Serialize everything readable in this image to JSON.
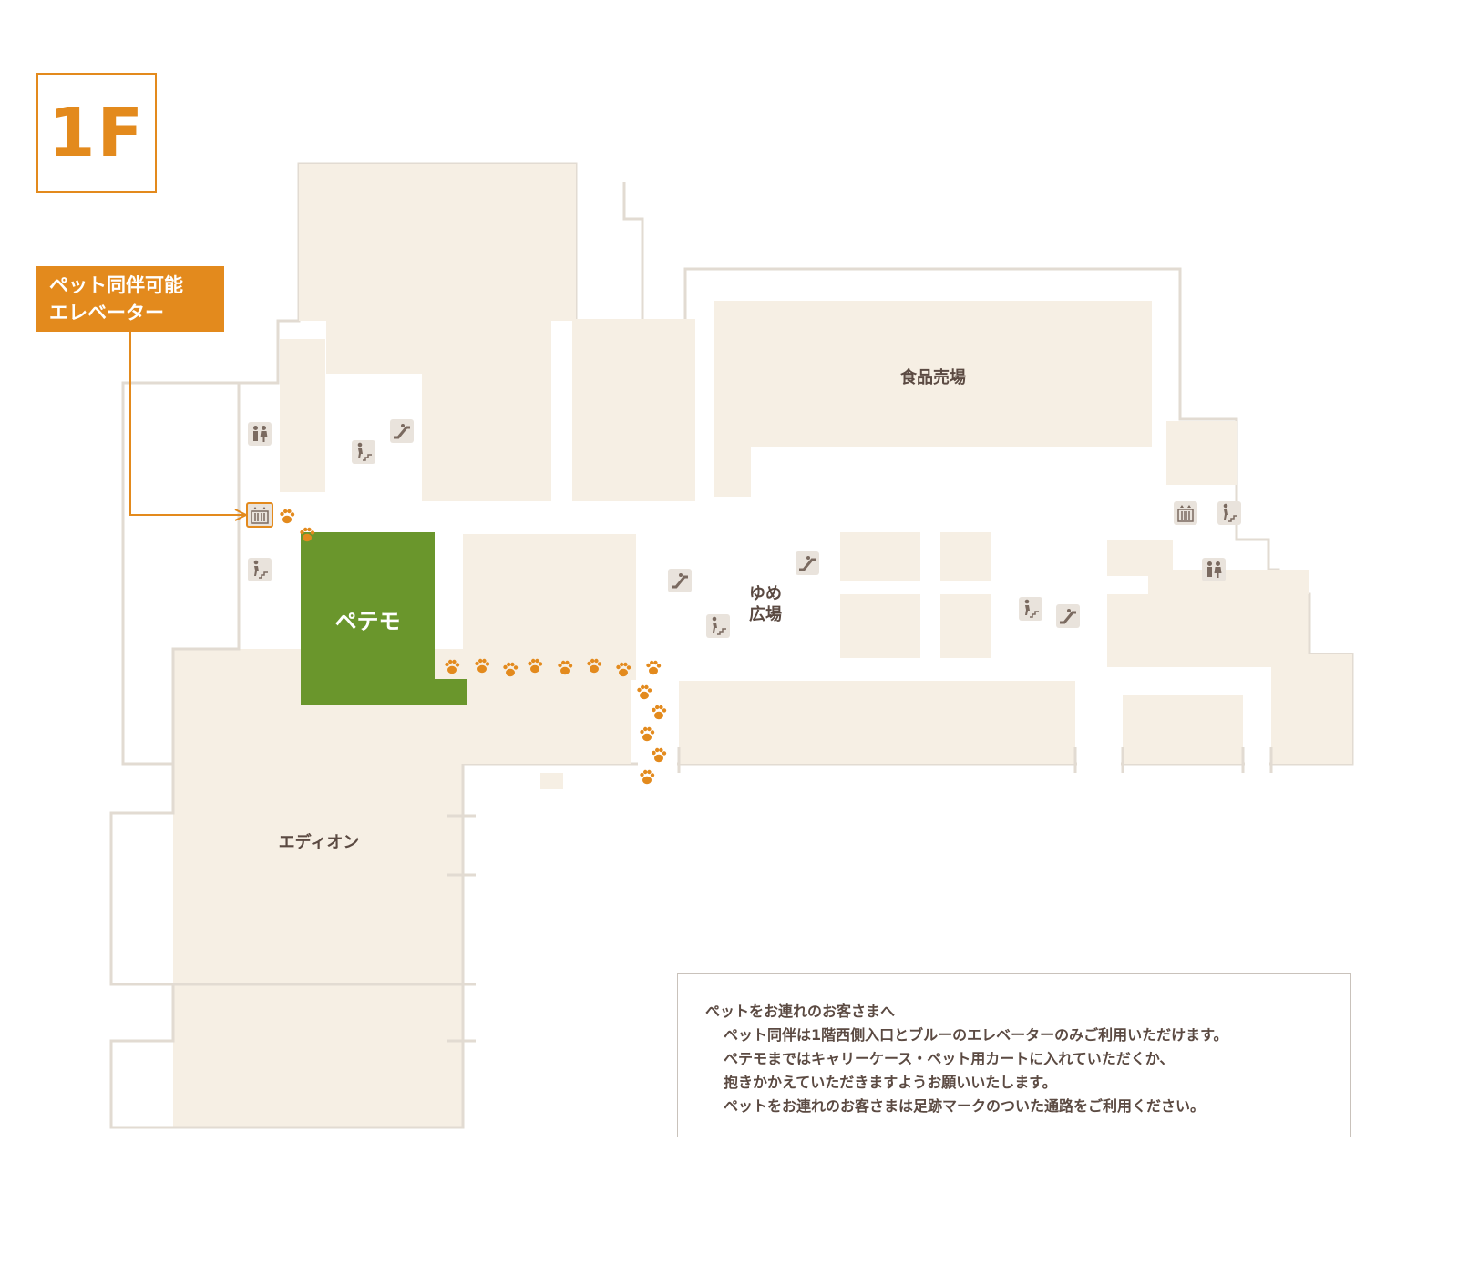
{
  "floor": {
    "label": "1F"
  },
  "pet_elevator": {
    "line1": "ペット同伴可能",
    "line2": "エレベーター"
  },
  "areas": {
    "food": "食品売場",
    "petemo": "ペテモ",
    "yume_line1": "ゆめ",
    "yume_line2": "広場",
    "edion": "エディオン"
  },
  "notice": {
    "title": "ペットをお連れのお客さまへ",
    "lines": [
      "ペット同伴は1階西側入口とブルーのエレベーターのみご利用いただけます。",
      "ペテモまではキャリーケース・ペット用カートに入れていただくか、",
      "抱きかかえていただきますようお願いいたします。",
      "ペットをお連れのお客さまは足跡マークのついた通路をご利用ください。"
    ]
  },
  "icons": {
    "restroom": "restroom-icon",
    "elevator": "elevator-icon",
    "escalator": "escalator-icon",
    "stairs": "stairs-icon",
    "paw": "paw-print-icon"
  },
  "colors": {
    "accent": "#e38a1d",
    "petemo_green": "#6a962c",
    "store_fill": "#f6efe4",
    "wall_line": "#e2dbd2",
    "icon_bg": "#e9e3dc",
    "icon_fg": "#7a6a60",
    "text": "#5b4a42"
  }
}
